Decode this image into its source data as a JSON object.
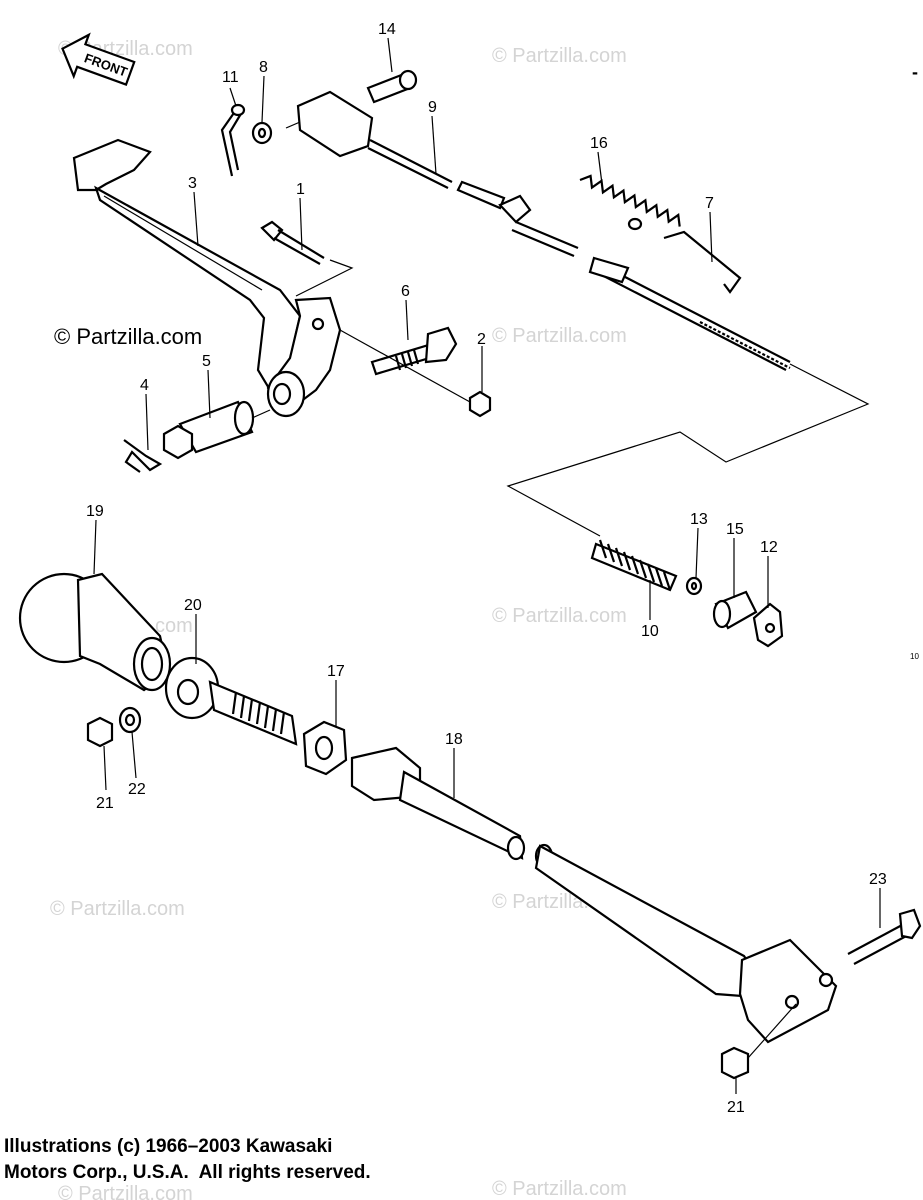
{
  "front_arrow": {
    "label": "FRONT",
    "icon": "front-arrow-icon"
  },
  "watermarks": {
    "dark": "© Partzilla.com",
    "light": "© Partzilla.com"
  },
  "callouts": [
    "14",
    "11",
    "8",
    "9",
    "16",
    "7",
    "3",
    "1",
    "6",
    "2",
    "5",
    "4",
    "19",
    "20",
    "13",
    "15",
    "12",
    "10",
    "17",
    "18",
    "21",
    "22",
    "23",
    "21"
  ],
  "side_tag": "10",
  "dash_mark": "-",
  "footer": {
    "line1": "Illustrations (c) 1966–2003 Kawasaki",
    "line2": "Motors Corp., U.S.A.  All rights reserved."
  }
}
